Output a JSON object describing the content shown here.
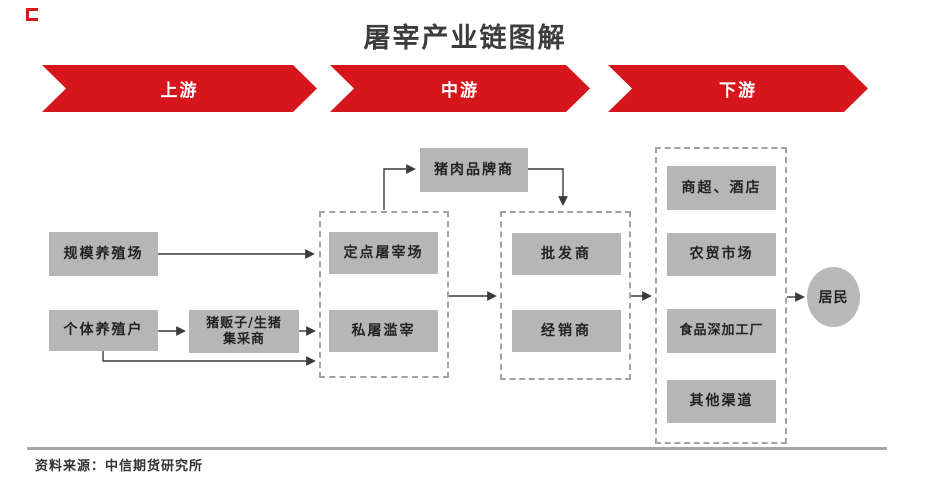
{
  "title": "屠宰产业链图解",
  "stages": [
    {
      "id": "upstream",
      "label": "上游"
    },
    {
      "id": "midstream",
      "label": "中游"
    },
    {
      "id": "downstream",
      "label": "下游"
    }
  ],
  "nodes": {
    "scale_farm": "规模养殖场",
    "individual_farmer": "个体养殖户",
    "pig_dealer_line1": "猪贩子/生猪",
    "pig_dealer_line2": "集采商",
    "designated_slaughterhouse": "定点屠宰场",
    "illegal_slaughter": "私屠滥宰",
    "pork_brand": "猪肉品牌商",
    "wholesaler": "批发商",
    "distributor": "经销商",
    "supermarket_hotel": "商超、酒店",
    "farmers_market": "农贸市场",
    "food_processing": "食品深加工厂",
    "other_channels": "其他渠道",
    "residents": "居民"
  },
  "edges": [
    {
      "from": "scale_farm",
      "to": "slaughter_group"
    },
    {
      "from": "individual_farmer",
      "to": "pig_dealer"
    },
    {
      "from": "pig_dealer",
      "to": "slaughter_group"
    },
    {
      "from": "individual_farmer",
      "to": "slaughter_group_low"
    },
    {
      "from": "slaughter_group",
      "to": "pork_brand"
    },
    {
      "from": "pork_brand",
      "to": "wholesale_group"
    },
    {
      "from": "slaughter_group",
      "to": "wholesale_group"
    },
    {
      "from": "wholesale_group",
      "to": "retail_group"
    },
    {
      "from": "retail_group",
      "to": "residents"
    }
  ],
  "footer": {
    "source": "资料来源：中信期货研究所"
  },
  "colors": {
    "accent_red": "#d5161d",
    "node_gray": "#b6b6b6",
    "line": "#3a3a3a",
    "divider_gray": "#a6a6a6",
    "title_gray": "#3d3d3d"
  }
}
